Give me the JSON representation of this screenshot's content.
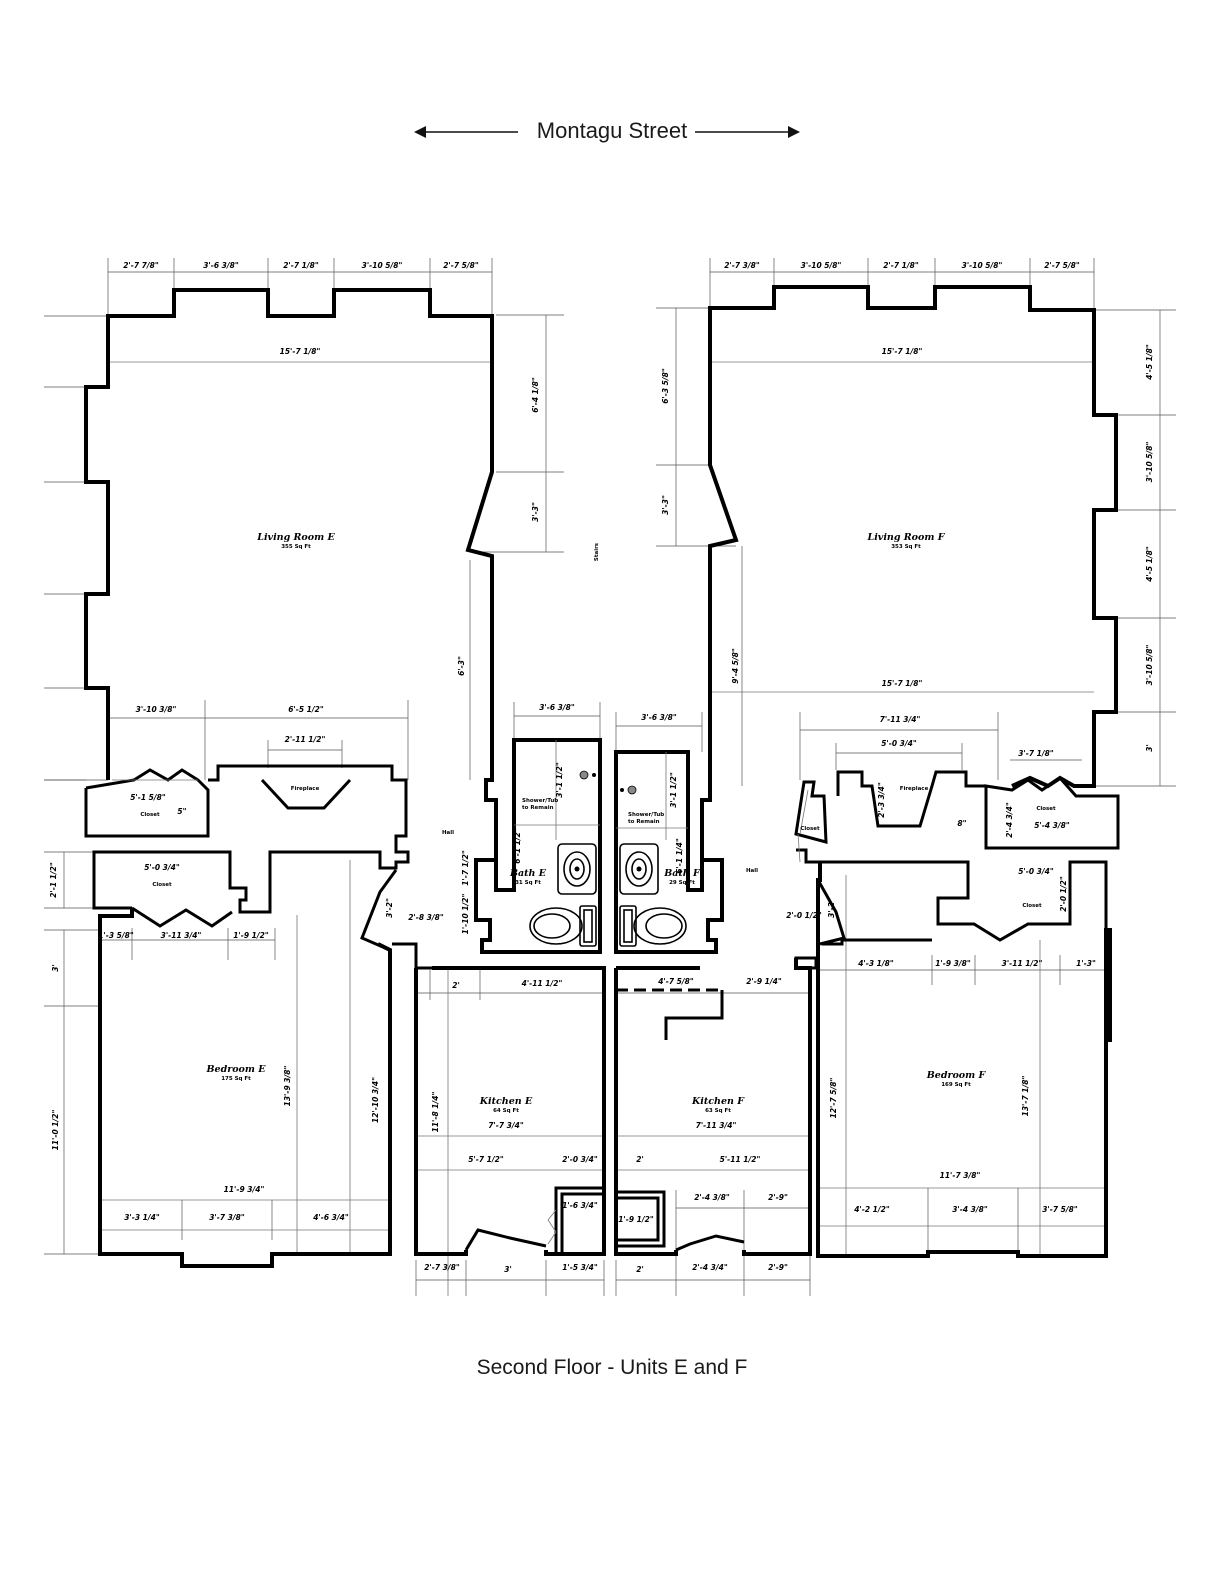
{
  "header": {
    "street_name": "Montagu Street"
  },
  "caption": "Second Floor - Units E and F",
  "rooms": {
    "living_e": {
      "name": "Living Room E",
      "area": "355 Sq Ft"
    },
    "living_f": {
      "name": "Living Room F",
      "area": "353 Sq Ft"
    },
    "bedroom_e": {
      "name": "Bedroom E",
      "area": "175 Sq Ft"
    },
    "bedroom_f": {
      "name": "Bedroom F",
      "area": "169 Sq Ft"
    },
    "kitchen_e": {
      "name": "Kitchen E",
      "area": "64 Sq Ft"
    },
    "kitchen_f": {
      "name": "Kitchen F",
      "area": "63 Sq Ft"
    },
    "bath_e": {
      "name": "Bath E",
      "area": "31 Sq Ft"
    },
    "bath_f": {
      "name": "Bath F",
      "area": "29 Sq Ft"
    }
  },
  "labels": {
    "closet": "Closet",
    "fireplace": "Fireplace",
    "hall": "Hall",
    "stairs": "Stairs",
    "shower_line1": "Shower/Tub",
    "shower_line2": "to Remain"
  },
  "dimensions": {
    "top_e": [
      "2'-7 7/8\"",
      "3'-6 3/8\"",
      "2'-7 1/8\"",
      "3'-10 5/8\"",
      "2'-7 5/8\""
    ],
    "top_f": [
      "2'-7 3/8\"",
      "3'-10 5/8\"",
      "2'-7 1/8\"",
      "3'-10 5/8\"",
      "2'-7 5/8\""
    ],
    "living_width_e": "15'-7 1/8\"",
    "living_width_f": "15'-7 1/8\"",
    "living_lower_f": "15'-7 1/8\"",
    "living_depth_e": "6'-4 1/8\"",
    "door_e": "3'-3\"",
    "hall_e": "6'-3\"",
    "living_depth_f": "6'-3 5/8\"",
    "door_f": "3'-3\"",
    "hall_f": "9'-4 5/8\"",
    "right_f": [
      "4'-5 1/8\"",
      "3'-10 5/8\"",
      "4'-5 1/8\"",
      "3'-10 5/8\"",
      "3'"
    ],
    "closet_e_w": "3'-10 3/8\"",
    "living_lower_e": "6'-5 1/2\"",
    "fireplace_e": "2'-11 1/2\"",
    "closet_e_small": "5'-1 5/8\"",
    "bath_e_w": "3'-6 3/8\"",
    "bath_f_w": "3'-6 3/8\"",
    "shower_e": "3'-1 1/2\"",
    "shower_f": "3'-1 1/2\"",
    "bath_e_depth": "6'-1 1/2\"",
    "bath_f_depth": "6'-1 1/4\"",
    "fireplace_f_w": "7'-11 3/4\"",
    "fireplace_f_inner": "5'-0 3/4\"",
    "closet_f_w": "3'-7 1/8\"",
    "closet_f_small": "5'-4 3/8\"",
    "closet_f_depth": "2'-4 3/4\"",
    "fireplace_f_depth": "2'-3 3/4\"",
    "closet_e_top": "5'-0 3/4\"",
    "closet_e_depth": "2'-1 1/2\"",
    "bedroom_e_top": [
      "1'-3 5/8\"",
      "3'-11 3/4\"",
      "1'-9 1/2\""
    ],
    "bedroom_e_left": [
      "3'",
      "11'-0 1/2\""
    ],
    "bedroom_e_depth": "13'-9 3/8\"",
    "bedroom_e_width": "11'-9 3/4\"",
    "bedroom_e_bottom": [
      "3'-3 1/4\"",
      "3'-7 3/8\"",
      "4'-6 3/4\""
    ],
    "bedroom_e_right": "12'-10 3/4\"",
    "kitchen_e_top": [
      "2'",
      "4'-11 1/2\""
    ],
    "kitchen_e_depth": "11'-8 1/4\"",
    "kitchen_e_width": "7'-7 3/4\"",
    "kitchen_e_inner": [
      "5'-7 1/2\"",
      "2'-0 3/4\""
    ],
    "kitchen_e_bottom": [
      "2'-7 3/8\"",
      "3'",
      "1'-5 3/4\""
    ],
    "kitchen_f_top": [
      "4'-7 5/8\"",
      "2'-9 1/4\""
    ],
    "kitchen_f_width": "7'-11 3/4\"",
    "kitchen_f_inner": [
      "2'",
      "5'-11 1/2\""
    ],
    "kitchen_f_lower": [
      "2'-4 3/8\"",
      "2'-9\""
    ],
    "kitchen_f_bottom": [
      "2'",
      "2'-4 3/4\"",
      "2'-9\""
    ],
    "pantry_e": "1'-6 3/4\"",
    "pantry_f": "1'-9 1/2\"",
    "closet_f_top": "5'-0 3/4\"",
    "closet_f_depth2": "2'-0 1/2\"",
    "bedroom_f_top": [
      "4'-3 1/8\"",
      "1'-9 3/8\"",
      "3'-11 1/2\"",
      "1'-3\""
    ],
    "bedroom_f_depth": "13'-7 1/8\"",
    "bedroom_f_left": "12'-7 5/8\"",
    "bedroom_f_width": "11'-7 3/8\"",
    "bedroom_f_bottom": [
      "4'-2 1/2\"",
      "3'-4 3/8\"",
      "3'-7 5/8\""
    ],
    "hall_e_left": [
      "1'-7 1/2\"",
      "1'-10 1/2\""
    ],
    "door_bed_e": "3'-2\"",
    "door_bed_f": "3'-2\"",
    "misc_e": "2'-8 3/8\"",
    "misc_f": "2'-0 1/2\"",
    "fireplace_e_depth": "5\"",
    "hall_f_small": "8\""
  }
}
